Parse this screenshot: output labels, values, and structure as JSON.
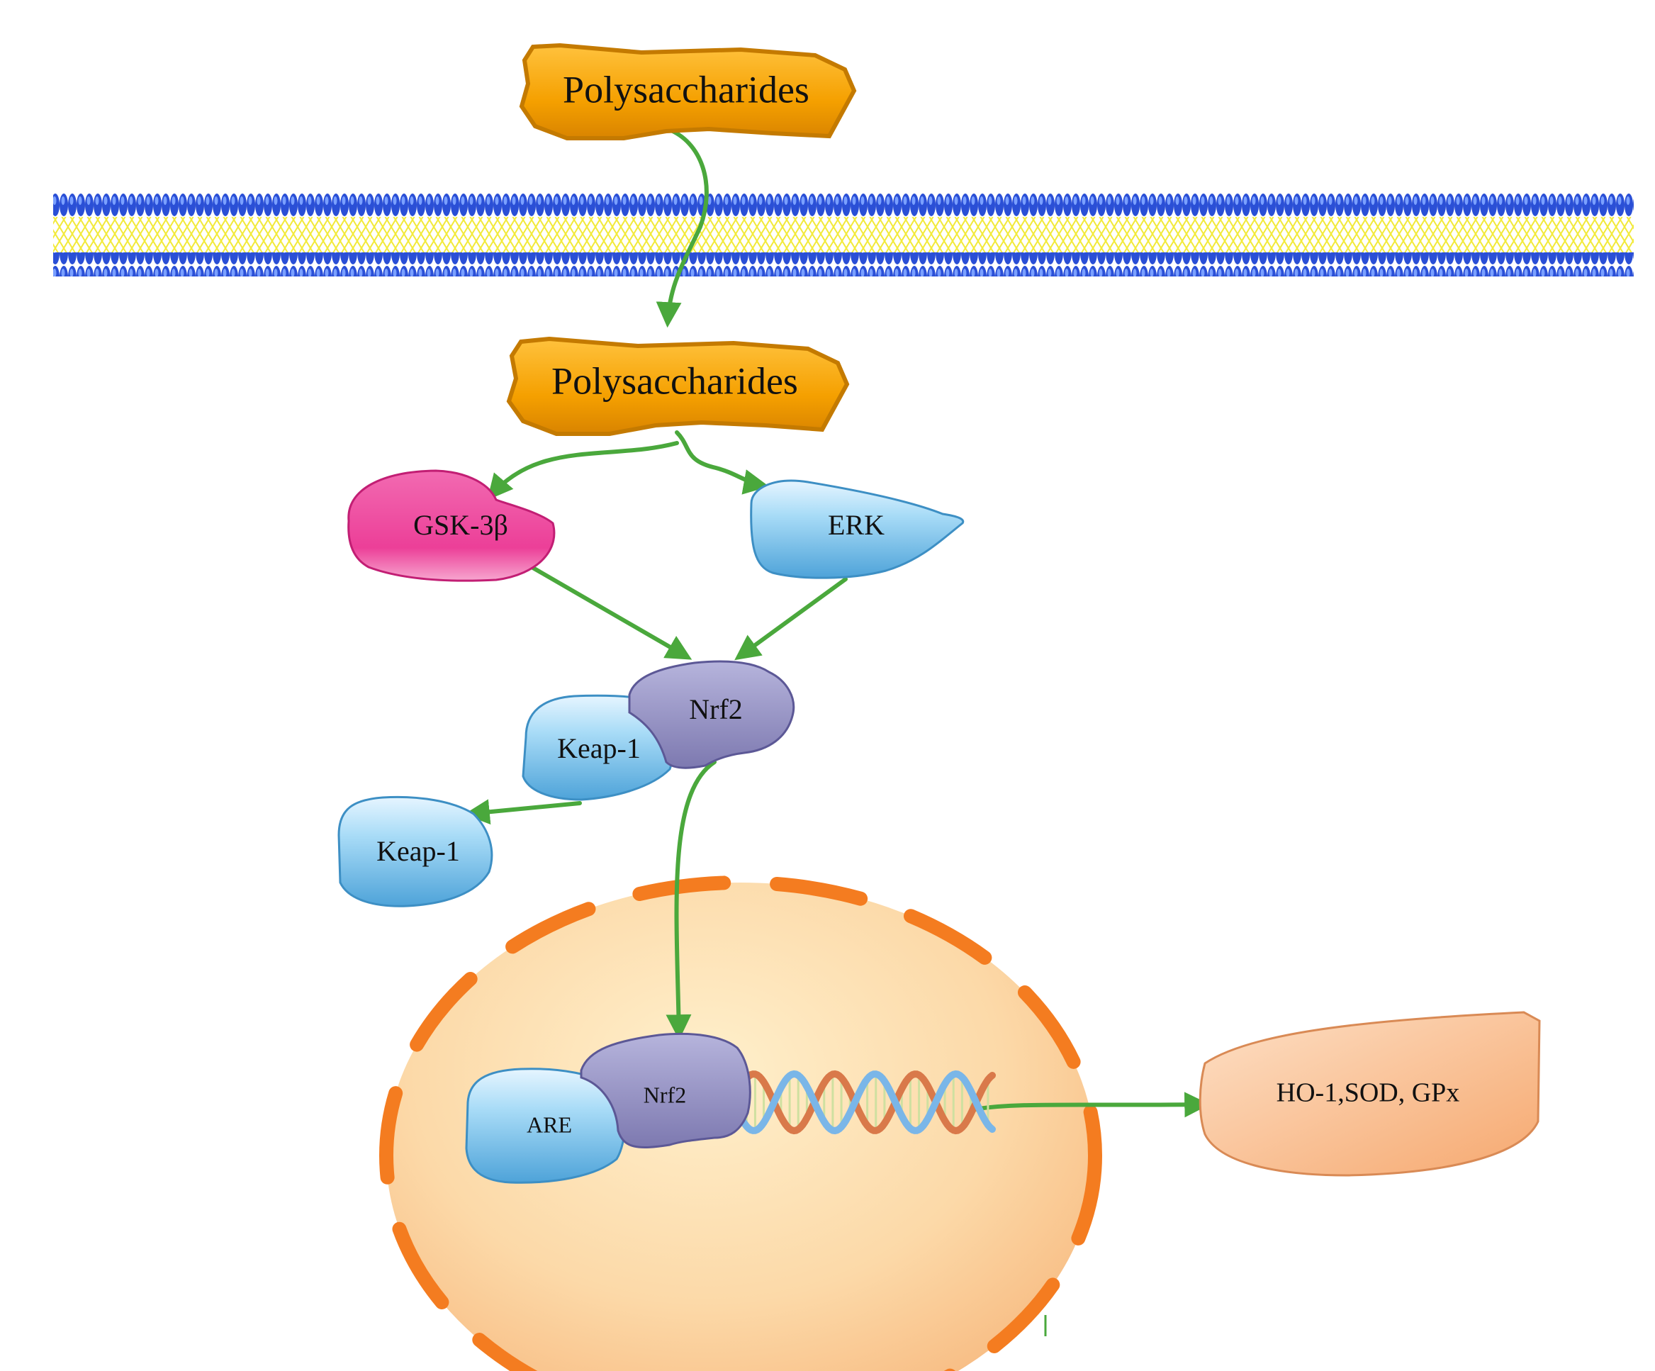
{
  "nodes": {
    "polysaccharides_outer": "Polysaccharides",
    "polysaccharides_inner": "Polysaccharides",
    "gsk3b": "GSK-3β",
    "erk": "ERK",
    "nrf2_cytoplasm": "Nrf2",
    "keap1_bound": "Keap-1",
    "keap1_free": "Keap-1",
    "nrf2_nucleus": "Nrf2",
    "are": "ARE",
    "products": "HO-1,SOD, GPx"
  },
  "colors": {
    "polysaccharide_fill": "#f5a000",
    "polysaccharide_edge": "#c47a00",
    "gsk3b_fill": "#ec3f98",
    "erk_keap_are_fill": "#8fcbed",
    "nrf2_fill": "#9b98c6",
    "products_fill": "#fbc49b",
    "nucleus_fill": "#fcd9a8",
    "nucleus_envelope": "#f47c20",
    "membrane_head": "#2a4fd6",
    "membrane_tail": "#f2ea3a",
    "arrow": "#4aa83c",
    "dna_strand_a": "#7ab6e8",
    "dna_strand_b": "#d9794a"
  },
  "icons": [
    "cell-membrane-icon",
    "nucleus-icon",
    "dna-helix-icon"
  ]
}
